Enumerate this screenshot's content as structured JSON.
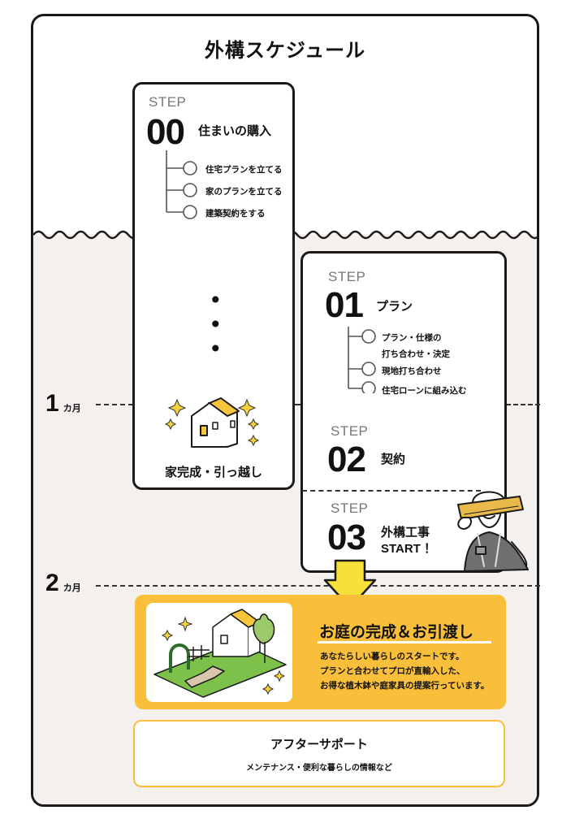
{
  "title": "外構スケジュール",
  "step_prefix": "STEP",
  "step00": {
    "number": "00",
    "name": "住まいの購入",
    "items": [
      "住宅プランを立てる",
      "家のプランを立てる",
      "建築契約をする"
    ],
    "ellipsis": [
      "•",
      "•",
      "•"
    ],
    "house_caption": "家完成・引っ越し"
  },
  "step01": {
    "number": "01",
    "name": "プラン",
    "items": [
      "プラン・仕様の",
      "打ち合わせ・決定",
      "現地打ち合わせ",
      "住宅ローンに組み込む"
    ]
  },
  "step02": {
    "number": "02",
    "name": "契約"
  },
  "step03": {
    "number": "03",
    "name_line1": "外構工事",
    "name_line2": "START ！"
  },
  "months": [
    {
      "number": "1",
      "unit": "カ月"
    },
    {
      "number": "2",
      "unit": "カ月"
    }
  ],
  "garden": {
    "title": "お庭の完成＆お引渡し",
    "lines": [
      "あなたらしい暮らしのスタートです。",
      "プランと合わせてプロが直輸入した、",
      "お得な植木鉢や庭家具の提案行っています。"
    ]
  },
  "after": {
    "title": "アフターサポート",
    "subtitle": "メンテナンス・便利な暮らしの情報など"
  },
  "colors": {
    "accent": "#f9bf3b",
    "arrow": "#f5e13a",
    "background": "#f3f0ee",
    "line": "#1a1a1a"
  }
}
